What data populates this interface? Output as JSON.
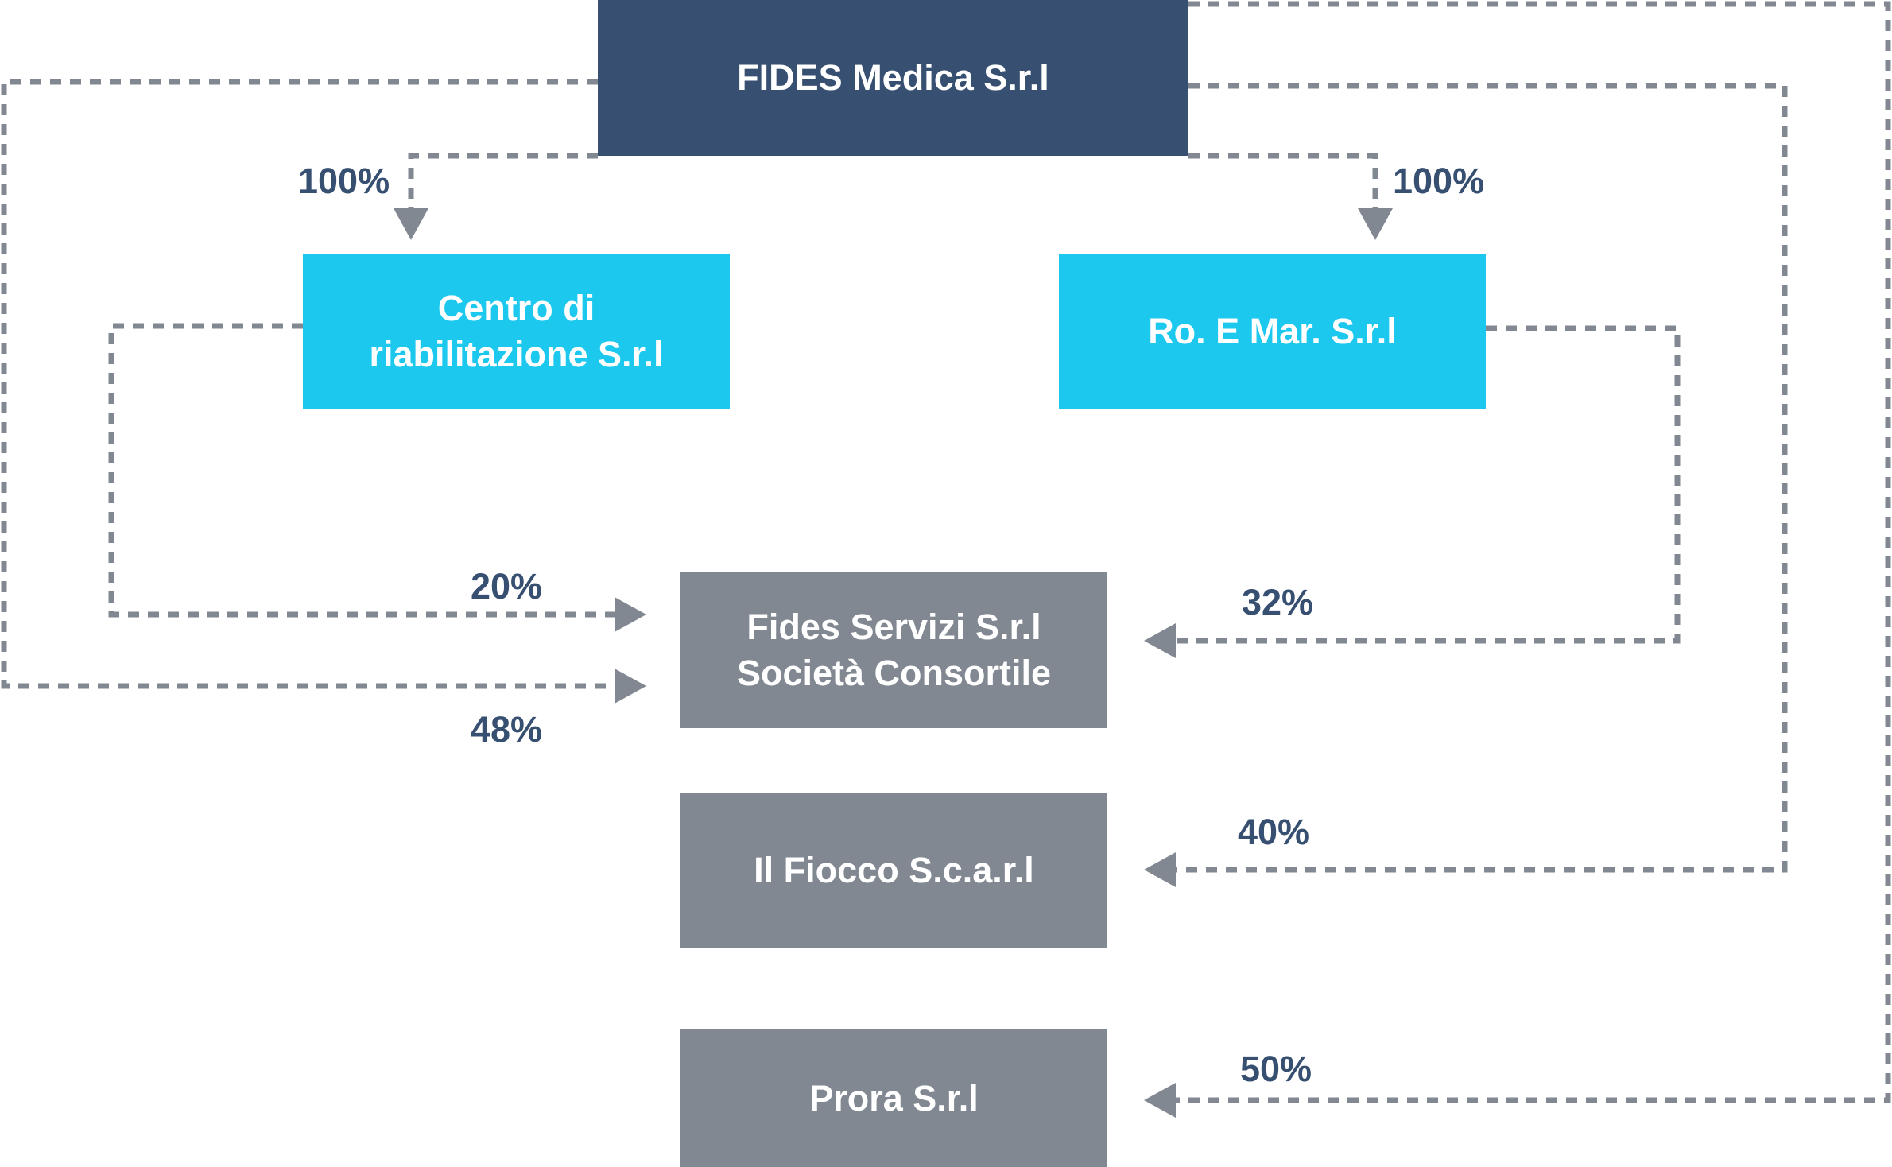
{
  "colors": {
    "parent": "#374f70",
    "subsidiary": "#1cc8ee",
    "participated": "#818891",
    "connector": "#818891",
    "percentage_text": "#374f70"
  },
  "companies": {
    "parent": "FIDES Medica S.r.l",
    "centro": "Centro di\nriabilitazione S.r.l",
    "roemar": "Ro. E Mar. S.r.l",
    "servizi": "Fides Servizi S.r.l\nSocietà Consortile",
    "fiocco": "Il Fiocco S.c.a.r.l",
    "prora": "Prora S.r.l"
  },
  "shares": {
    "centro": "100%",
    "roemar": "100%",
    "servizi_from_centro": "20%",
    "servizi_from_parent": "48%",
    "servizi_from_roemar": "32%",
    "fiocco_from_parent": "40%",
    "prora_from_parent": "50%"
  }
}
